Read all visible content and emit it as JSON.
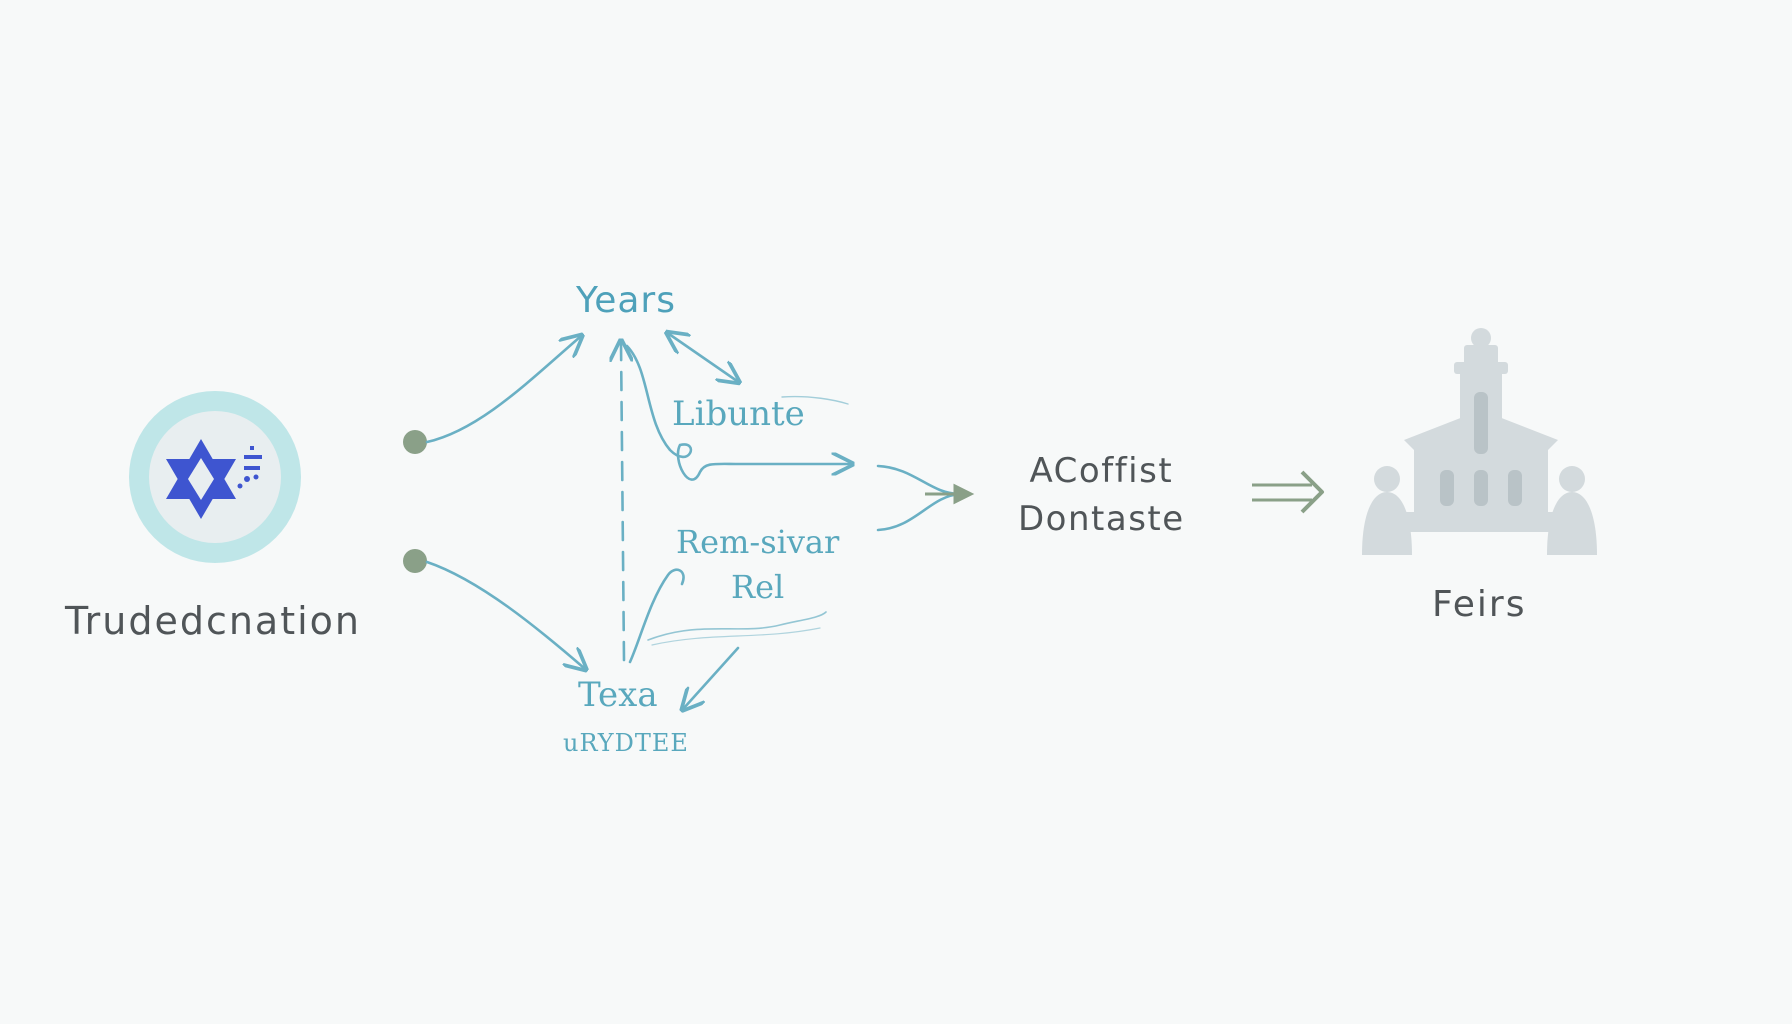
{
  "diagram": {
    "start_node": {
      "label": "Trudedcnation",
      "icon": "star-of-david-icon"
    },
    "top_branch": {
      "label": "Years"
    },
    "middle_upper": {
      "label": "Libunte"
    },
    "middle_lower": {
      "label_line1": "Rem-sivar",
      "label_line2": "Rel"
    },
    "bottom_branch": {
      "label": "Texa",
      "sublabel": "uRYDTEE"
    },
    "center_node": {
      "label_line1": "ACoffist",
      "label_line2": "Dontaste"
    },
    "end_node": {
      "label": "Feirs",
      "icon": "temple-icon"
    }
  },
  "colors": {
    "background": "#f7f9f9",
    "flow_line": "#6ab0c4",
    "node_dot": "#8aa088",
    "arrow_green": "#8aa088",
    "icon_ring": "#bfe4e6",
    "star_blue": "#3e55d0",
    "temple_gray": "#d3dadd"
  }
}
